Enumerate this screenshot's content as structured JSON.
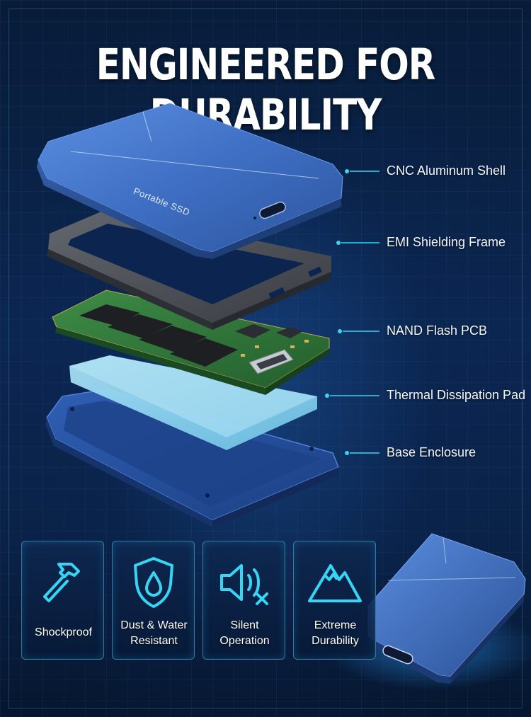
{
  "title": "ENGINEERED FOR DURABILITY",
  "device_print": "Portable SSD",
  "components": [
    {
      "label": "CNC Aluminum Shell"
    },
    {
      "label": "EMI Shielding Frame"
    },
    {
      "label": "NAND Flash PCB"
    },
    {
      "label": "Thermal Dissipation Pad"
    },
    {
      "label": "Base Enclosure"
    }
  ],
  "features": [
    {
      "icon": "hammer-icon",
      "line1": "Shockproof",
      "line2": ""
    },
    {
      "icon": "shield-water-drop-icon",
      "line1": "Dust & Water",
      "line2": "Resistant"
    },
    {
      "icon": "speaker-mute-icon",
      "line1": "Silent",
      "line2": "Operation"
    },
    {
      "icon": "mountain-icon",
      "line1": "Extreme",
      "line2": "Durability"
    }
  ],
  "colors": {
    "background": "#0b2650",
    "accent_cyan": "#35d6f5",
    "shell_blue": "#3f6fc4",
    "pcb_green": "#2f7a3a",
    "frame_gray": "#4a4e55",
    "pad_blue": "#8fd3ee"
  }
}
